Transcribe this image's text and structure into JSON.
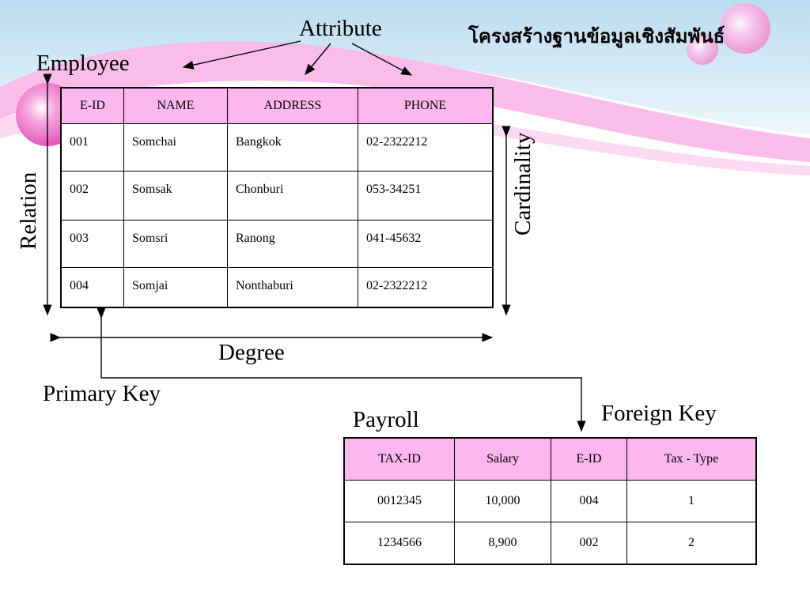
{
  "title": "โครงสร้างฐานข้อมูลเชิงสัมพันธ์",
  "labels": {
    "attribute": "Attribute",
    "employee": "Employee",
    "relation": "Relation",
    "cardinality": "Cardinality",
    "degree": "Degree",
    "primary_key": "Primary Key",
    "foreign_key": "Foreign Key",
    "payroll": "Payroll"
  },
  "employee_table": {
    "headers": [
      "E-ID",
      "NAME",
      "ADDRESS",
      "PHONE"
    ],
    "rows": [
      [
        "001",
        "Somchai",
        "Bangkok",
        "02-2322212"
      ],
      [
        "002",
        "Somsak",
        "Chonburi",
        "053-34251"
      ],
      [
        "003",
        "Somsri",
        "Ranong",
        "041-45632"
      ],
      [
        "004",
        "Somjai",
        "Nonthaburi",
        "02-2322212"
      ]
    ]
  },
  "payroll_table": {
    "headers": [
      "TAX-ID",
      "Salary",
      "E-ID",
      "Tax - Type"
    ],
    "rows": [
      [
        "0012345",
        "10,000",
        "004",
        "1"
      ],
      [
        "1234566",
        "8,900",
        "002",
        "2"
      ]
    ]
  },
  "colors": {
    "header_fill": "#fbb7ee",
    "background_pink": "#f9b6e8",
    "background_blue": "#cfe6f3"
  }
}
